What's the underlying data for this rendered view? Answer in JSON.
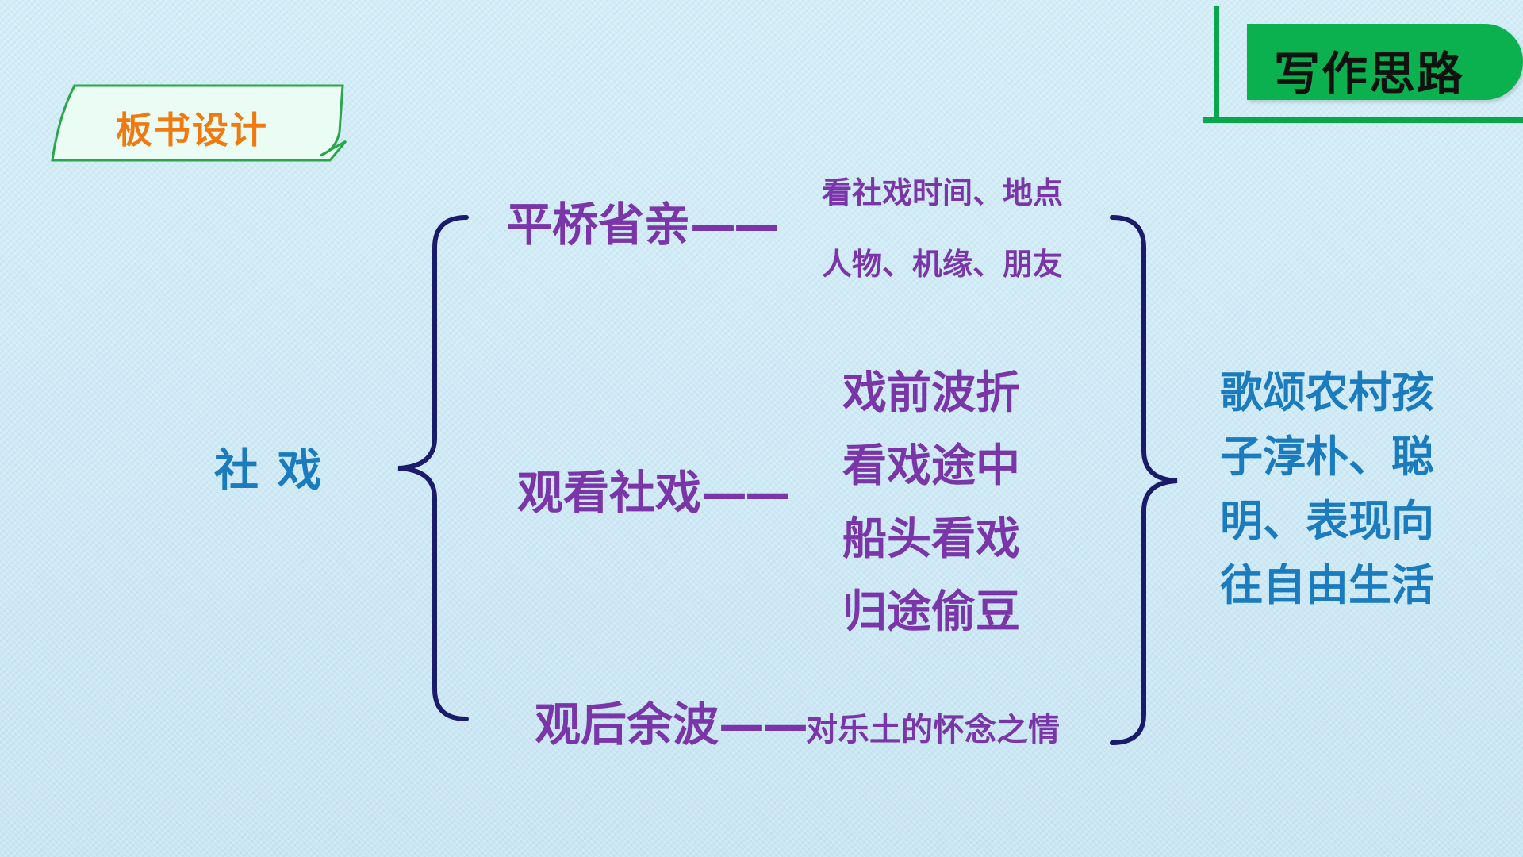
{
  "board_tab": {
    "label": "板书设计",
    "text_color": "#f07a10",
    "fill": "#eafcf4",
    "border": "#2aa64a"
  },
  "writing_tab": {
    "label": "写作思路",
    "color": "#0bb04f"
  },
  "center_title": "社  戏",
  "dash": "——",
  "sections": [
    {
      "main": "平桥省亲",
      "details": [
        "看社戏时间、地点",
        "人物、机缘、朋友"
      ]
    },
    {
      "main": "观看社戏",
      "details": [
        "戏前波折",
        "看戏途中",
        "船头看戏",
        "归途偷豆"
      ]
    },
    {
      "main": "观后余波",
      "details": [
        "对乐土的怀念之情"
      ]
    }
  ],
  "theme_lines": [
    "歌颂农村孩",
    "子淳朴、聪",
    "明、表现向",
    "往自由生活"
  ],
  "colors": {
    "purple": "#7a35a8",
    "blue": "#1a7bbf",
    "brace": "#1c1a6b"
  }
}
